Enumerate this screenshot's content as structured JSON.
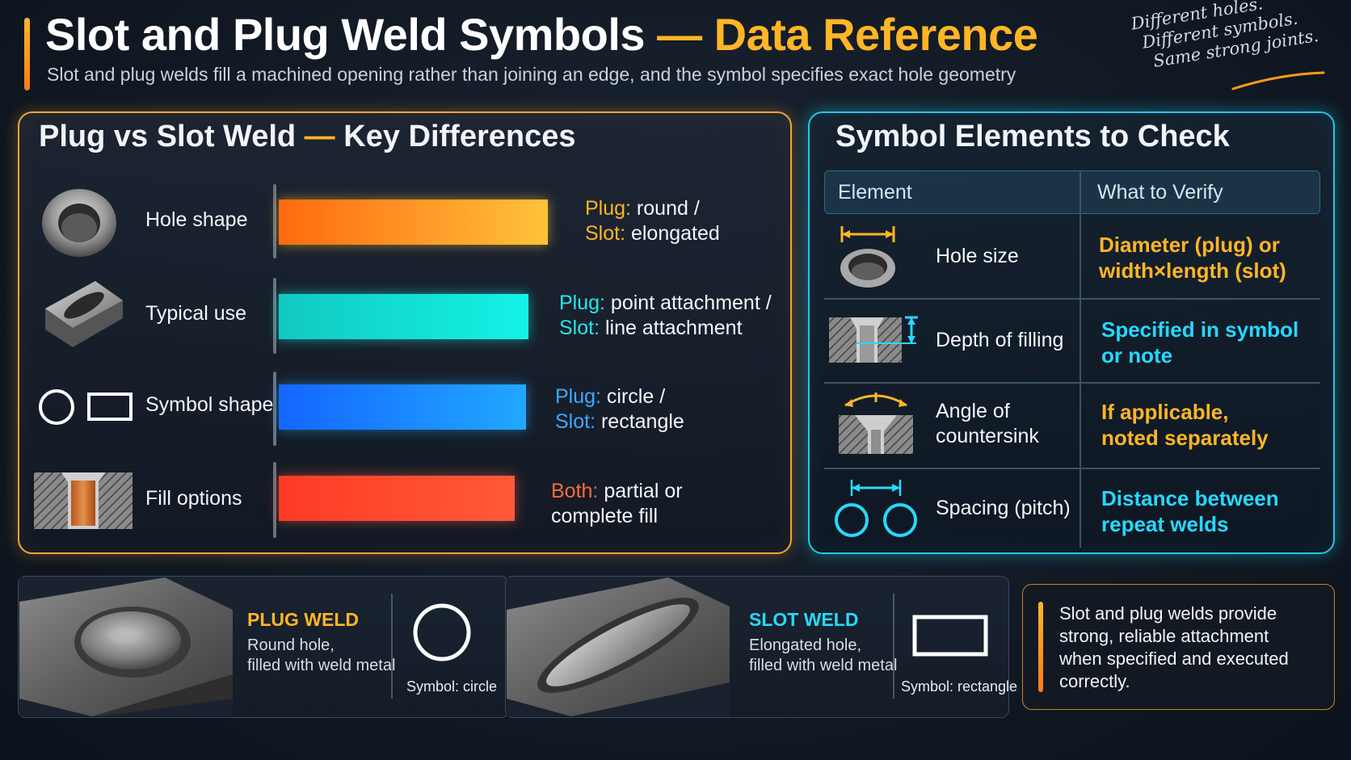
{
  "header": {
    "title_main": "Slot and Plug Weld Symbols",
    "title_sep": " — ",
    "title_accent": "Data Reference",
    "subtitle": "Slot and plug welds fill a machined opening rather than joining an edge, and the symbol specifies exact hole geometry",
    "note_lines": [
      "Different holes.",
      "Different symbols.",
      "Same strong joints."
    ]
  },
  "differences": {
    "title_main": "Plug vs Slot Weld",
    "title_sep": " — ",
    "title_accent": "Key Differences",
    "rows": [
      {
        "label": "Hole shape",
        "icon": "hole-icon",
        "bar_fraction": 0.98,
        "bar_colors": [
          "#ff6a10",
          "#ffc23a"
        ],
        "line1_key": "Plug:",
        "line1_val": " round /",
        "line2_key": "Slot:",
        "line2_val": " elongated"
      },
      {
        "label": "Typical use",
        "icon": "slot-plate-icon",
        "bar_fraction": 0.91,
        "bar_colors": [
          "#12c9c2",
          "#14f2e6"
        ],
        "line1_key": "Plug:",
        "line1_val": " point attachment /",
        "line2_key": "Slot:",
        "line2_val": " line attachment"
      },
      {
        "label": "Symbol shape",
        "icon": "circle-rectangle-icon",
        "bar_fraction": 0.9,
        "bar_colors": [
          "#1466ff",
          "#21a8ff"
        ],
        "line1_key": "Plug:",
        "line1_val": " circle /",
        "line2_key": "Slot:",
        "line2_val": " rectangle"
      },
      {
        "label": "Fill options",
        "icon": "fill-section-icon",
        "bar_fraction": 0.86,
        "bar_colors": [
          "#ff3b26",
          "#ff5a3a"
        ],
        "line1_key": "Both:",
        "line1_val": " partial or",
        "line2_key": "",
        "line2_val": "complete fill"
      }
    ]
  },
  "elements": {
    "title": "Symbol Elements to Check",
    "col_element": "Element",
    "col_verify": "What to Verify",
    "rows": [
      {
        "name": [
          "Hole size"
        ],
        "verify": [
          "Diameter (plug) or",
          "width×length (slot)"
        ],
        "verify_color": "#ffb526",
        "icon": "hole-diameter-icon"
      },
      {
        "name": [
          "Depth of filling"
        ],
        "verify": [
          "Specified in symbol",
          "or note"
        ],
        "verify_color": "#27d8ff",
        "icon": "depth-icon"
      },
      {
        "name": [
          "Angle of",
          "countersink"
        ],
        "verify": [
          "If applicable,",
          "noted separately"
        ],
        "verify_color": "#ffb526",
        "icon": "countersink-angle-icon"
      },
      {
        "name": [
          "Spacing (pitch)"
        ],
        "verify": [
          "Distance between",
          "repeat welds"
        ],
        "verify_color": "#27d8ff",
        "icon": "pitch-icon"
      }
    ]
  },
  "cards": {
    "plug": {
      "label": "PLUG WELD",
      "desc1": "Round hole,",
      "desc2": "filled with weld metal",
      "symbol_caption": "Symbol: circle",
      "color": "#ffb526"
    },
    "slot": {
      "label": "SLOT WELD",
      "desc1": "Elongated hole,",
      "desc2": "filled with weld metal",
      "symbol_caption": "Symbol: rectangle",
      "color": "#27d8ff"
    }
  },
  "summary": {
    "lines": [
      "Slot and plug welds provide",
      "strong, reliable attachment",
      "when specified and executed",
      "correctly."
    ]
  }
}
